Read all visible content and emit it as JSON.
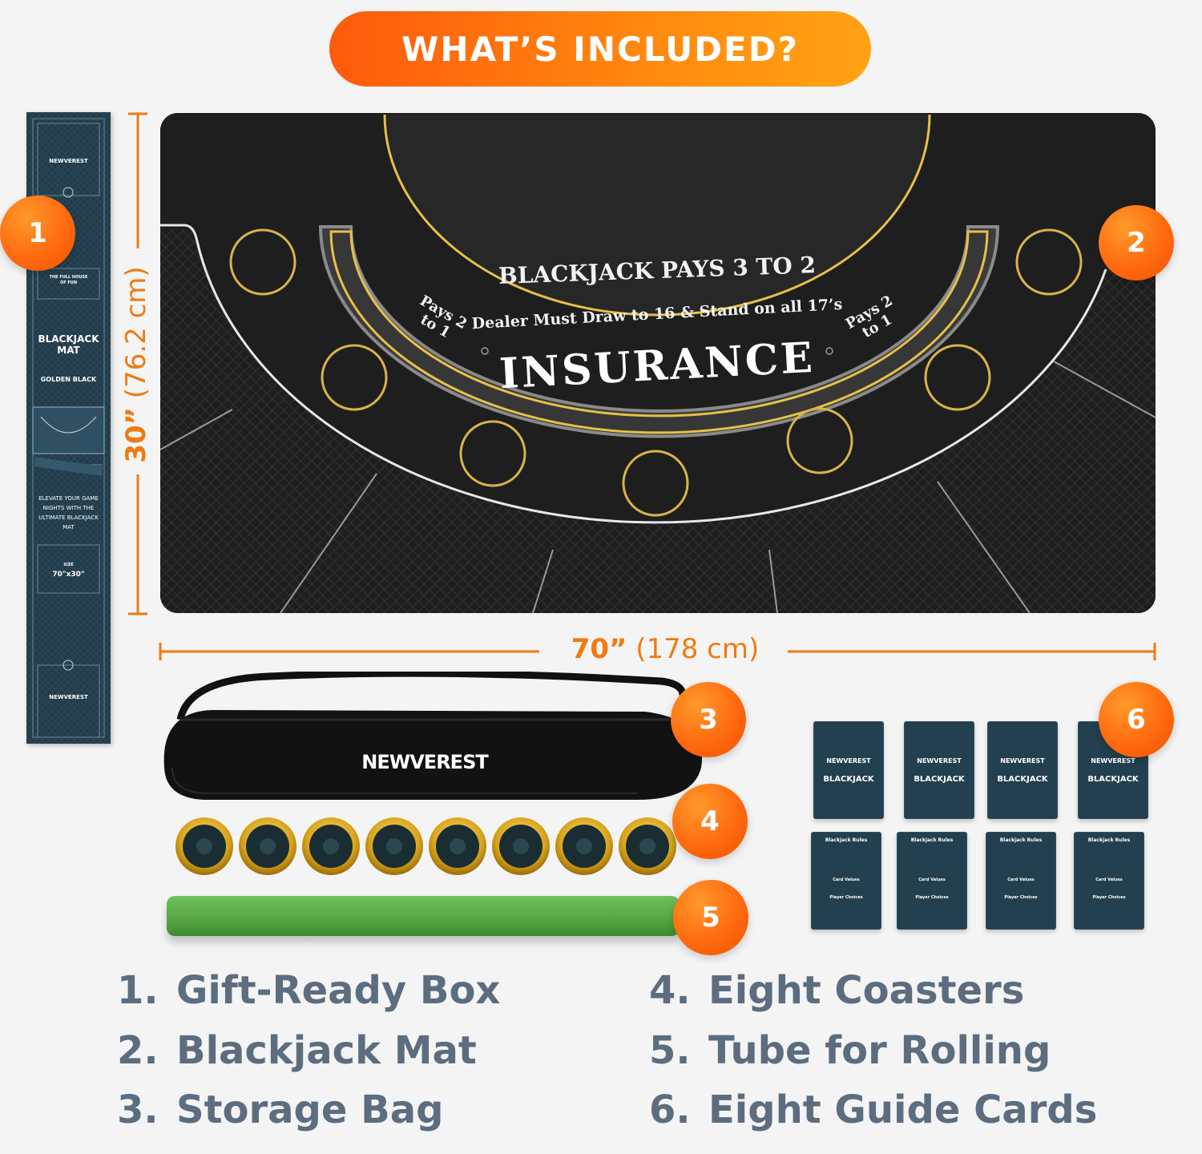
{
  "header": {
    "title": "WHAT’S INCLUDED?"
  },
  "badges": [
    "1",
    "2",
    "3",
    "4",
    "5",
    "6"
  ],
  "dimensions": {
    "height_primary": "30”",
    "height_secondary": "(76.2 cm)",
    "width_primary": "70”",
    "width_secondary": "(178 cm)"
  },
  "mat": {
    "line1": "BLACKJACK PAYS 3 TO 2",
    "line2": "Dealer Must Draw to 16 & Stand on all 17’s",
    "insurance": "INSURANCE",
    "pays_left": "Pays 2 to 1",
    "pays_right": "Pays 2 to 1"
  },
  "box": {
    "brand": "NEWVEREST",
    "tagline": "THE FULL HOUSE OF FUN",
    "product": "BLACKJACK MAT",
    "variant": "GOLDEN BLACK",
    "slogan": "ELEVATE YOUR GAME NIGHTS WITH THE ULTIMATE BLACKJACK MAT",
    "size_label": "SIZE",
    "size_value": "70\"x30\""
  },
  "bag": {
    "brand": "NEWVEREST"
  },
  "cards": {
    "front_brand": "NEWVEREST",
    "front_label": "BLACKJACK",
    "back_title": "Blackjack Rules",
    "back_sub1": "Card Values",
    "back_sub2": "Player Choices"
  },
  "items": [
    {
      "num": "1.",
      "label": "Gift-Ready Box"
    },
    {
      "num": "2.",
      "label": "Blackjack Mat"
    },
    {
      "num": "3.",
      "label": "Storage Bag"
    },
    {
      "num": "4.",
      "label": "Eight Coasters"
    },
    {
      "num": "5.",
      "label": "Tube for Rolling"
    },
    {
      "num": "6.",
      "label": "Eight Guide Cards"
    }
  ],
  "colors": {
    "accent": "#ff6a10",
    "list_text": "#5c6d80",
    "mat_bg": "#1e1e1e",
    "gold": "#e6c04a",
    "box_bg": "#223c4b",
    "tube": "#5fae4a"
  }
}
